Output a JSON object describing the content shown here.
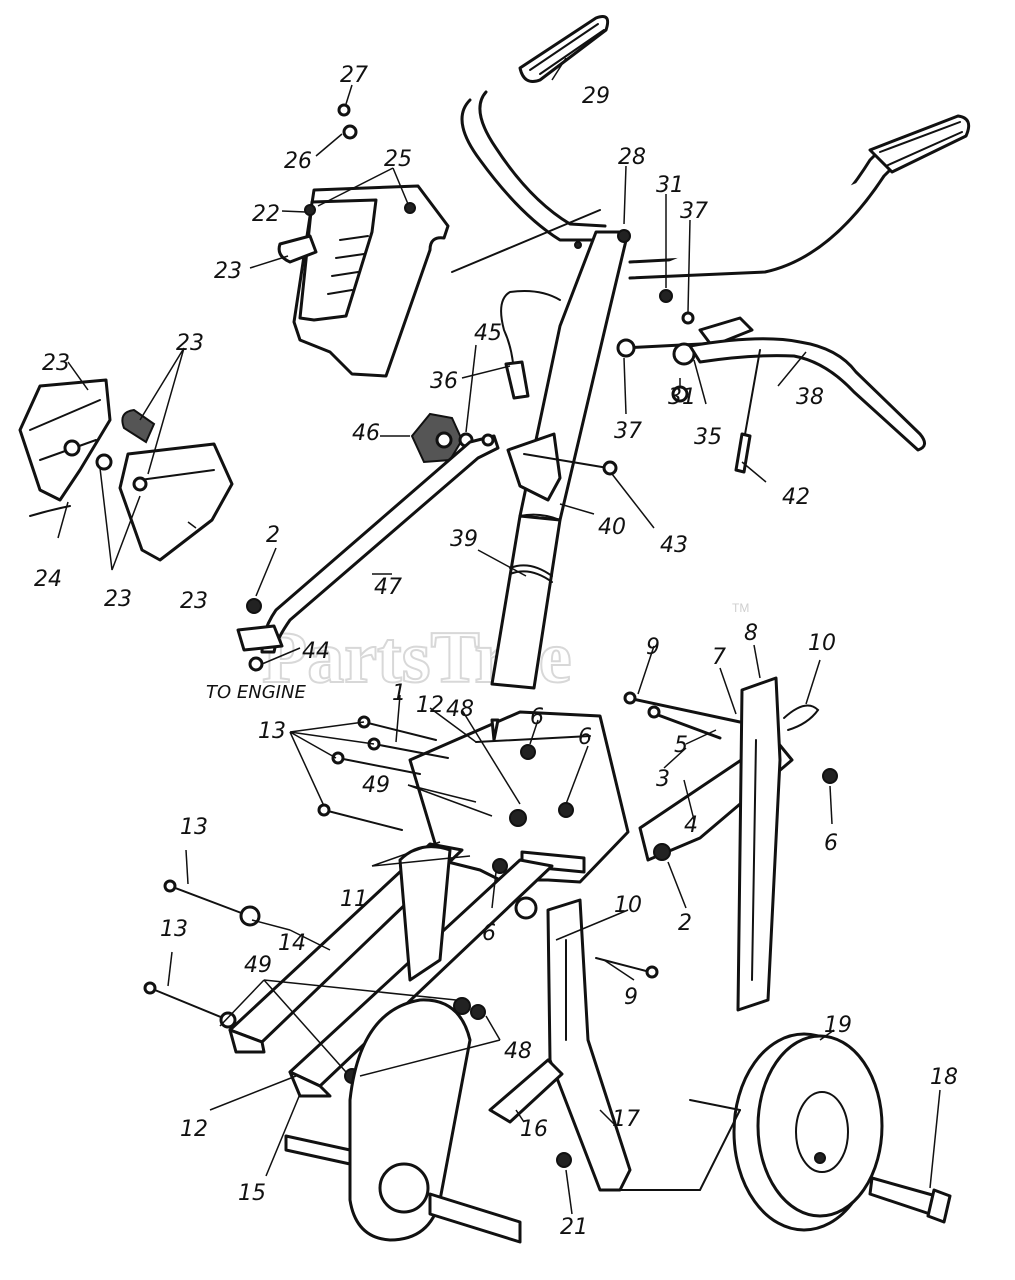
{
  "watermark": {
    "text": "PartsTree",
    "tm": "TM"
  },
  "caption": {
    "to_engine": "TO ENGINE"
  },
  "callouts": {
    "c1": "1",
    "c2a": "2",
    "c2b": "2",
    "c3": "3",
    "c4": "4",
    "c5": "5",
    "c6a": "6",
    "c6b": "6",
    "c6c": "6",
    "c6d": "6",
    "c7": "7",
    "c8": "8",
    "c9a": "9",
    "c9b": "9",
    "c10a": "10",
    "c10b": "10",
    "c11": "11",
    "c12a": "12",
    "c12b": "12",
    "c13a": "13",
    "c13b": "13",
    "c13c": "13",
    "c14": "14",
    "c15": "15",
    "c16": "16",
    "c17": "17",
    "c18": "18",
    "c19": "19",
    "c21": "21",
    "c22": "22",
    "c23a": "23",
    "c23b": "23",
    "c23c": "23",
    "c23d": "23",
    "c23e": "23",
    "c24": "24",
    "c25": "25",
    "c26": "26",
    "c27": "27",
    "c28": "28",
    "c29": "29",
    "c31a": "31",
    "c31b": "31",
    "c35": "35",
    "c36": "36",
    "c37a": "37",
    "c37b": "37",
    "c38": "38",
    "c39": "39",
    "c40": "40",
    "c42": "42",
    "c43": "43",
    "c44": "44",
    "c45": "45",
    "c46": "46",
    "c47": "47",
    "c48a": "48",
    "c48b": "48",
    "c49a": "49",
    "c49b": "49"
  }
}
